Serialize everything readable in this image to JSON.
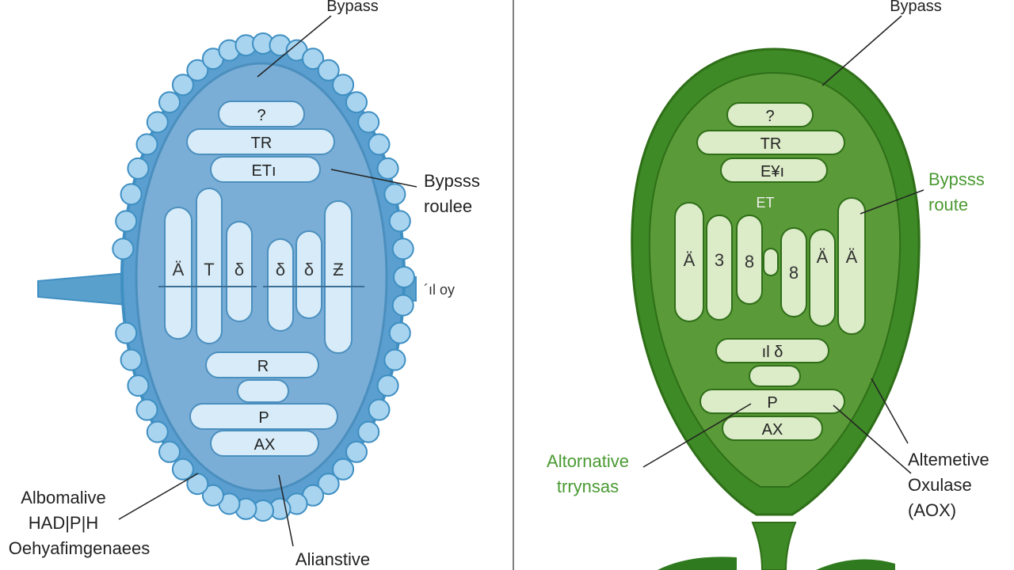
{
  "left": {
    "title": "Bypass",
    "bars": [
      "?",
      "TR",
      "ETı",
      "R",
      "P",
      "AX"
    ],
    "mid_glyphs": [
      "Ä",
      "T",
      "δ",
      "δ",
      "δ",
      "Ƶ"
    ],
    "right_label": [
      "Bypsss",
      "roulee"
    ],
    "side_mark": "´ıl  oy",
    "bottom_left_label": [
      "Albomalive",
      "HAD|P|H",
      "Oehyafimgenaees"
    ],
    "bottom_label": "Alianstive",
    "colors": {
      "membrane": "#3f8fc2",
      "body": "#7aaed6",
      "bead": "#a8d4f0",
      "bar": "#d7ecf8"
    }
  },
  "right": {
    "title": "Bypass",
    "bars": [
      "?",
      "TR",
      "E¥ı",
      "ET",
      "ıl δ",
      "P",
      "AX"
    ],
    "mid_glyphs": [
      "Ä",
      "3",
      "8",
      "8",
      "Ä",
      "Ä"
    ],
    "right_label": [
      "Bypsss",
      "route"
    ],
    "left_label": [
      "Altornative",
      "trrynsas"
    ],
    "aox_label": [
      "Altemetive",
      "Oxulase",
      "(AOX)"
    ],
    "colors": {
      "outer": "#3e8a26",
      "inner": "#5b9a38",
      "bar": "#dcebc8",
      "label": "#4a9a32"
    }
  }
}
